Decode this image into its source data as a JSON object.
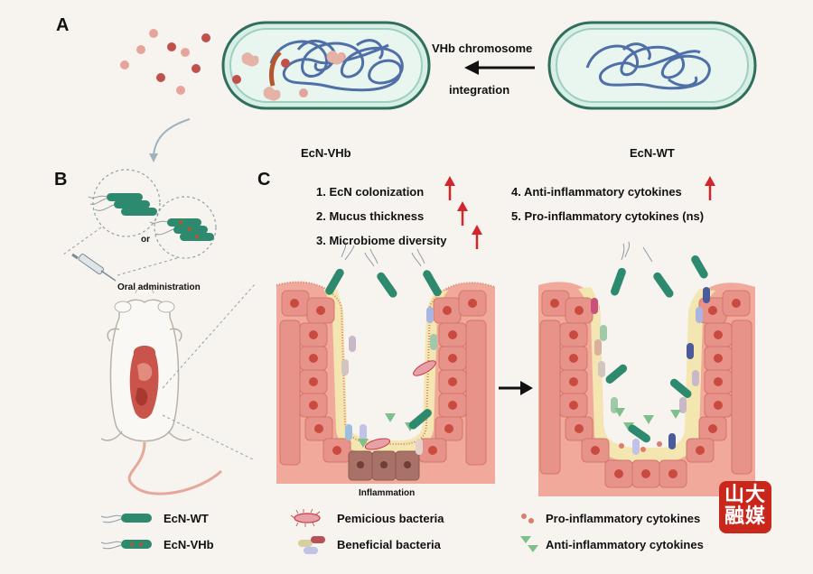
{
  "panels": {
    "a": "A",
    "b": "B",
    "c": "C"
  },
  "panel_a": {
    "arrow_text_top": "VHb chromosome",
    "arrow_text_bottom": "integration",
    "left_strain": "EcN-VHb",
    "right_strain": "EcN-WT"
  },
  "panel_b": {
    "or_text": "or",
    "route": "Oral administration"
  },
  "panel_c": {
    "effects_left": [
      "1. EcN colonization",
      "2. Mucus thickness",
      "3. Microbiome diversity"
    ],
    "effects_right": [
      "4. Anti-inflammatory cytokines",
      "5. Pro-inflammatory cytokines (ns)"
    ],
    "inflammation_label": "Inflammation"
  },
  "legend": {
    "ecn_wt": "EcN-WT",
    "ecn_vhb": "EcN-VHb",
    "pernicious": "Pemicious bacteria",
    "beneficial": "Beneficial bacteria",
    "pro": "Pro-inflammatory cytokines",
    "anti": "Anti-inflammatory cytokines"
  },
  "logo": {
    "line1": "山大",
    "line2": "融媒"
  },
  "colors": {
    "ecn": "#2e8a6e",
    "up_arrow": "#d1262b",
    "cell": "#f0a99b",
    "nucleus": "#d9534f",
    "mucus": "#f4e6b0"
  }
}
